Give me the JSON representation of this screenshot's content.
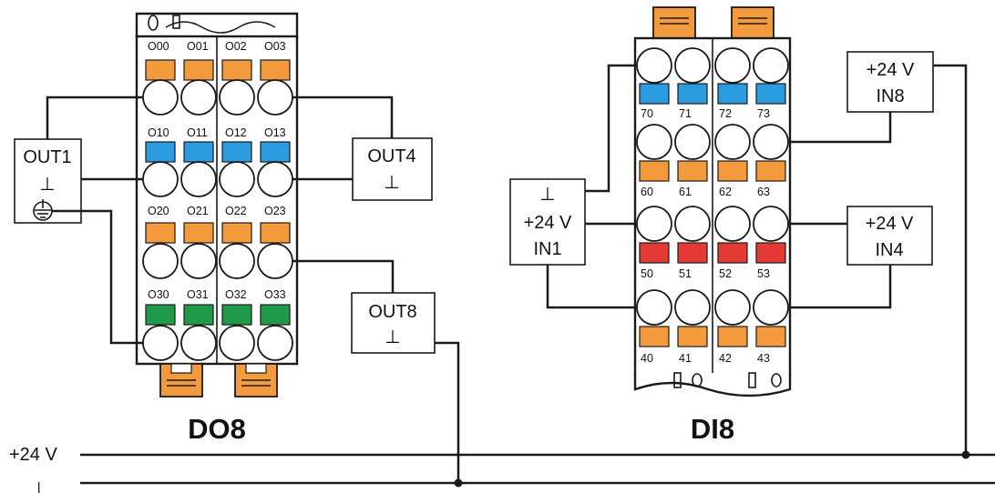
{
  "colors": {
    "orange": "#f39a3d",
    "blue": "#2b9be0",
    "green": "#1f9a4a",
    "red": "#e53935",
    "line": "#1a1a1a"
  },
  "modules": {
    "do8": {
      "name": "DO8",
      "row_labels": [
        [
          "O00",
          "O01",
          "O02",
          "O03"
        ],
        [
          "O10",
          "O11",
          "O12",
          "O13"
        ],
        [
          "O20",
          "O21",
          "O22",
          "O23"
        ],
        [
          "O30",
          "O31",
          "O32",
          "O33"
        ]
      ],
      "row_colors": [
        "orange",
        "blue",
        "orange",
        "green"
      ]
    },
    "di8": {
      "name": "DI8",
      "row_labels": [
        [
          "70",
          "71",
          "72",
          "73"
        ],
        [
          "60",
          "61",
          "62",
          "63"
        ],
        [
          "50",
          "51",
          "52",
          "53"
        ],
        [
          "40",
          "41",
          "42",
          "43"
        ]
      ],
      "row_colors": [
        "blue",
        "orange",
        "red",
        "orange"
      ]
    }
  },
  "boxes": {
    "out1": {
      "line1": "OUT1",
      "line2": "⊥"
    },
    "out4": {
      "line1": "OUT4",
      "line2": "⊥"
    },
    "out8": {
      "line1": "OUT8",
      "line2": "⊥"
    },
    "in1": {
      "line1": "⊥",
      "line2": "+24 V",
      "line3": "IN1"
    },
    "in4": {
      "line1": "+24 V",
      "line2": "IN4"
    },
    "in8": {
      "line1": "+24 V",
      "line2": "IN8"
    }
  },
  "rails": {
    "plus24": "+24 V",
    "ground": "⊥"
  },
  "icons": {
    "earth": "protective-earth-icon",
    "ground": "ground-icon"
  }
}
